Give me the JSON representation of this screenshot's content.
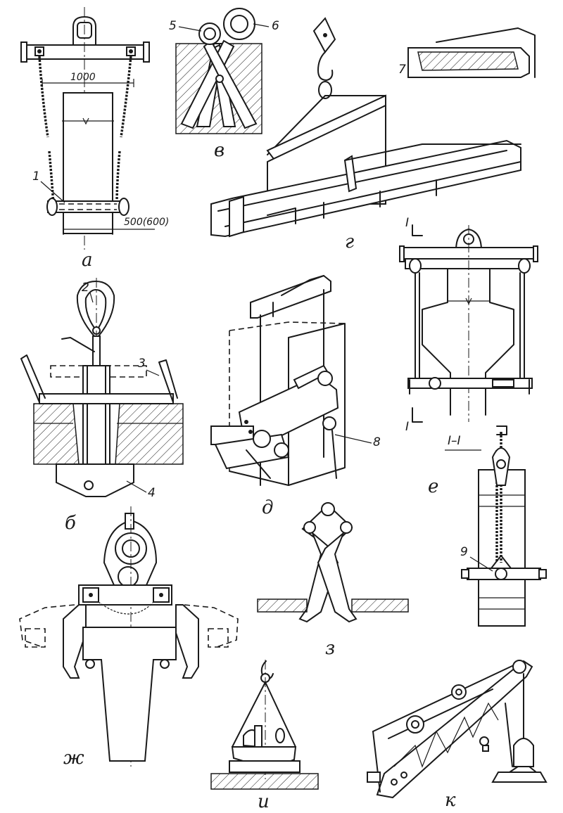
{
  "figure": {
    "panel_labels": {
      "a": "а",
      "b": "б",
      "v": "в",
      "g": "г",
      "d": "д",
      "e": "е",
      "zh": "ж",
      "z": "з",
      "i": "и",
      "k": "к"
    },
    "callouts": {
      "c1": "1",
      "c2": "2",
      "c3": "3",
      "c4": "4",
      "c5": "5",
      "c6": "6",
      "c7": "7",
      "c8": "8",
      "c9": "9"
    },
    "dimensions": {
      "width_top": "1000",
      "width_bottom": "500(600)"
    },
    "section": {
      "mark": "I",
      "label": "I–I"
    }
  }
}
